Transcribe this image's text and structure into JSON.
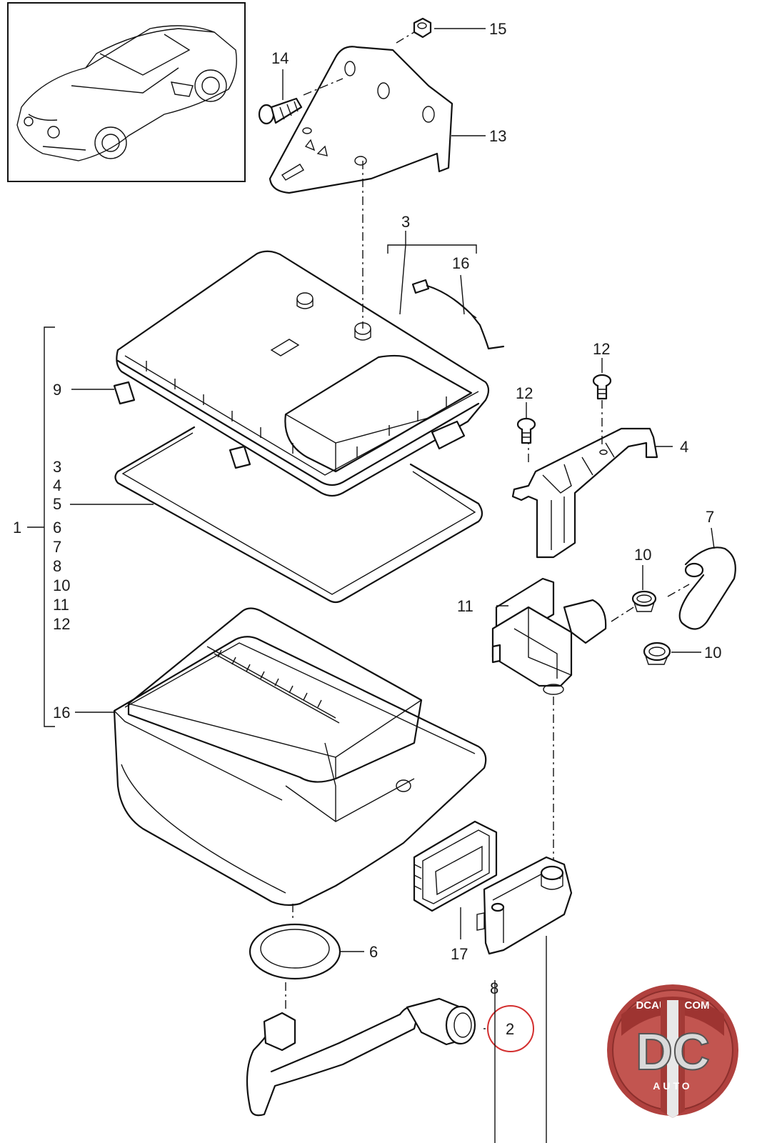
{
  "labels": {
    "p1": "1",
    "p2": "2",
    "p3_top": "3",
    "p4_right": "4",
    "p5_left": "5",
    "p6": "6",
    "p7": "7",
    "p8": "8",
    "p9": "9",
    "p10_a": "10",
    "p10_b": "10",
    "p11": "11",
    "p12_a": "12",
    "p12_b": "12",
    "p13": "13",
    "p14": "14",
    "p15": "15",
    "p16_top": "16",
    "p16_left": "16",
    "p17": "17"
  },
  "kit_list": [
    "3",
    "4",
    "5",
    "6",
    "7",
    "8",
    "10",
    "11",
    "12"
  ],
  "logo": {
    "top_text": "DCAUTO.COM",
    "main_text": "DC",
    "sub_text": "AUTO",
    "ring_color": "#b0413e",
    "stripe_color": "#c0392b"
  },
  "highlight": {
    "part": "2",
    "color": "#d32f2f"
  }
}
